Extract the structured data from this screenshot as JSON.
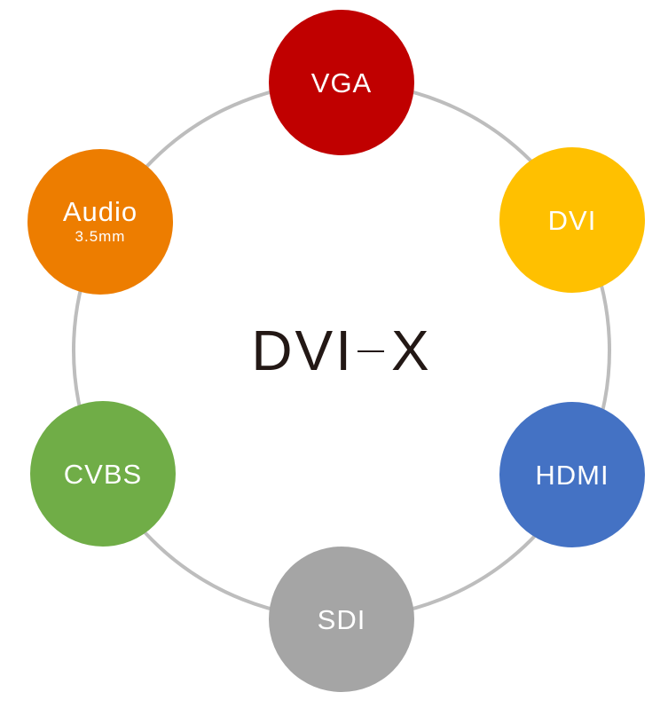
{
  "title": {
    "left": "DVI",
    "right": "X"
  },
  "ring_color": "#bdbdbd",
  "nodes": [
    {
      "label": "VGA",
      "sub": "",
      "color": "#c00000"
    },
    {
      "label": "DVI",
      "sub": "",
      "color": "#ffc000"
    },
    {
      "label": "HDMI",
      "sub": "",
      "color": "#4472c4"
    },
    {
      "label": "SDI",
      "sub": "",
      "color": "#a5a5a5"
    },
    {
      "label": "CVBS",
      "sub": "",
      "color": "#70ad47"
    },
    {
      "label": "Audio",
      "sub": "3.5mm",
      "color": "#ed7d00"
    }
  ]
}
